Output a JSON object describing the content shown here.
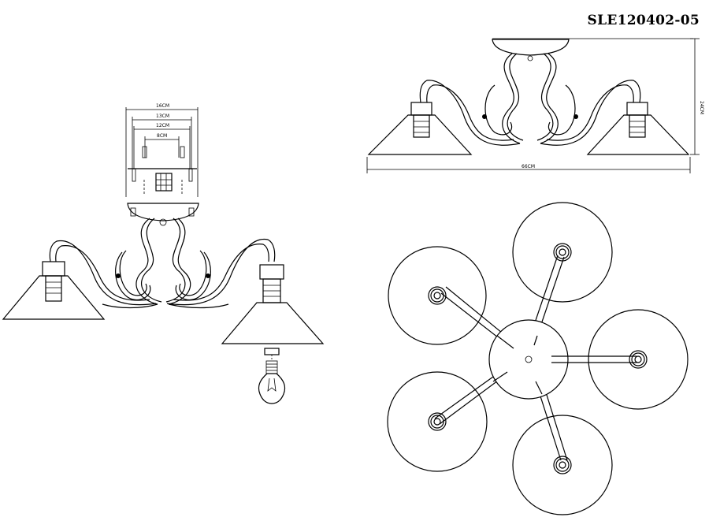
{
  "model_code": "SLE120402-05",
  "dimensions": {
    "mount_width": "16CM",
    "mount_inner_1": "13CM",
    "mount_inner_2": "12CM",
    "mount_inner_3": "8CM",
    "total_width": "66CM",
    "total_height": "24CM"
  },
  "top_view": {
    "arm_count": 5
  },
  "colors": {
    "line": "#000000",
    "background": "#ffffff"
  }
}
